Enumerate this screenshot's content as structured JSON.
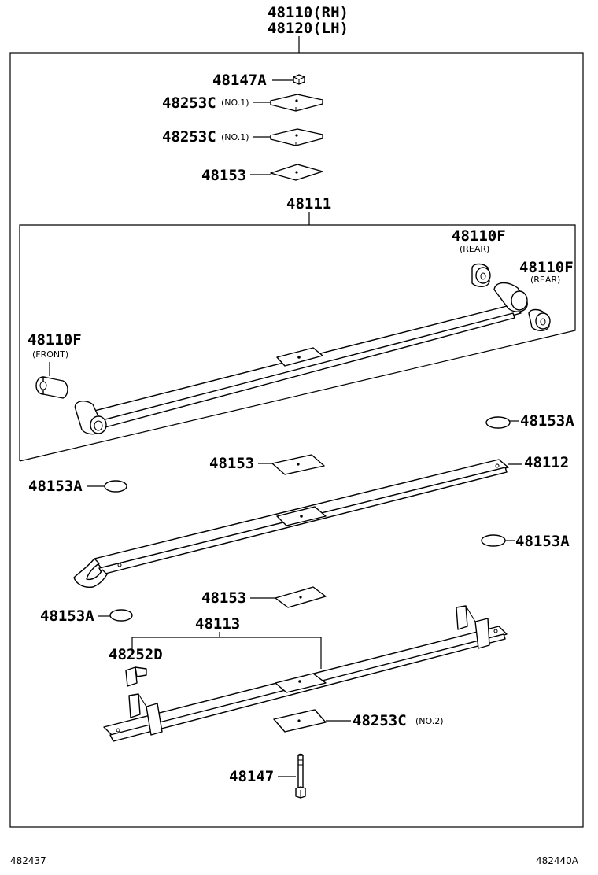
{
  "assembly": {
    "rh": "48110(RH)",
    "lh": "48120(LH)"
  },
  "labels": {
    "clip_nut": "48147A",
    "spacer_1a": "48253C",
    "spacer_1a_note": "(NO.1)",
    "spacer_1b": "48253C",
    "spacer_1b_note": "(NO.1)",
    "pad_top": "48153",
    "leaf_no1": "48111",
    "bush_rear_1": "48110F",
    "bush_rear_1_note": "(REAR)",
    "bush_rear_2": "48110F",
    "bush_rear_2_note": "(REAR)",
    "bush_front": "48110F",
    "bush_front_note": "(FRONT)",
    "insert_a_right_1": "48153A",
    "pad_mid_1": "48153",
    "leaf_no2": "48112",
    "insert_a_left_1": "48153A",
    "insert_a_right_2": "48153A",
    "pad_mid_2": "48153",
    "insert_a_left_2": "48153A",
    "leaf_no3": "48113",
    "clip": "48252D",
    "spacer_2": "48253C",
    "spacer_2_note": "(NO.2)",
    "center_bolt": "48147"
  },
  "footer": {
    "left_code": "482437",
    "right_code": "482440A"
  }
}
